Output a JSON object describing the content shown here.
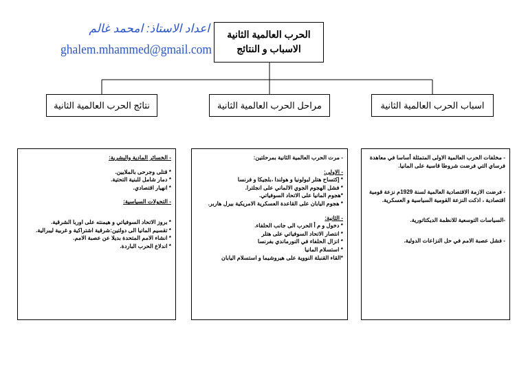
{
  "author": {
    "name": "اعداد الاستاذ: امحمد غالم",
    "email": "ghalem.mhammed@gmail.com"
  },
  "title": {
    "line1": "الحرب العالمية الثانية",
    "line2": "الاسباب و النتائج"
  },
  "headings": {
    "causes": "اسباب الحرب العالمية الثانية",
    "stages": "مراحل الحرب العالمية الثانية",
    "results": "نتائج الحرب العالمية الثانية"
  },
  "causes": {
    "items": [
      "- مخلفات الحرب العالمية الاولى المتمثلة أساسا في معاهدة فرساي التي فرضت شروطا قاسية على المانيا.",
      "- فرضت الازمة الاقتصادية العالمية لسنة 1929م نزعة قومية اقتصادية ، اذكت النزعة القومية السياسية و العسكرية.",
      "-السياسات التوسعية للانظمة الديكتاتورية.",
      "- فشل عصبة الامم في حل النزاعات الدولية."
    ]
  },
  "stages": {
    "intro": "- مرت الحرب العالمية الثانية بمرحلتين:",
    "first_title": "- الاولى:",
    "first_items": [
      "* إكتساح هتلر لبولونيا و هولندا ،بلجيكا و فرنسا",
      "* فشل الهجوم الجوي الالماني على انجلترا.",
      "*هجوم المانيا على الاتحاد السوفياتي.",
      "* هجوم اليابان على القاعدة العسكرية الامريكية بيرل هاربر."
    ],
    "second_title": "- الثانية:",
    "second_items": [
      "* دخول و م أ الحرب الى جانب الحلفاء.",
      "* انتصار الاتحاد السوفياتي على هتلر",
      "* انزال الحلفاء في النورماندي بفرنسا",
      "* استسلام المانيا",
      "*القاء القنبلة النووية على هيروشيما و استسلام اليابان"
    ]
  },
  "results": {
    "losses_title": "- الخسائر المادية والبشرية:",
    "losses_items": [
      "* قتلى وجرحى بالملايين.",
      "* دمار شامل للبنية التحتية.",
      "* انهيار اقتصادي."
    ],
    "political_title": "- التحولات السياسية:",
    "political_items": [
      "* بروز الاتحاد السوفياتي و هيمنته على اوربا الشرقية.",
      "* تقسيم المانيا الى دولتين:شرقية اشتراكية و غربية ليبرالية.",
      "* انشاء الامم المتحدة بديلا عن عصبة الامم.",
      "* اندلاع الحرب الباردة."
    ]
  }
}
